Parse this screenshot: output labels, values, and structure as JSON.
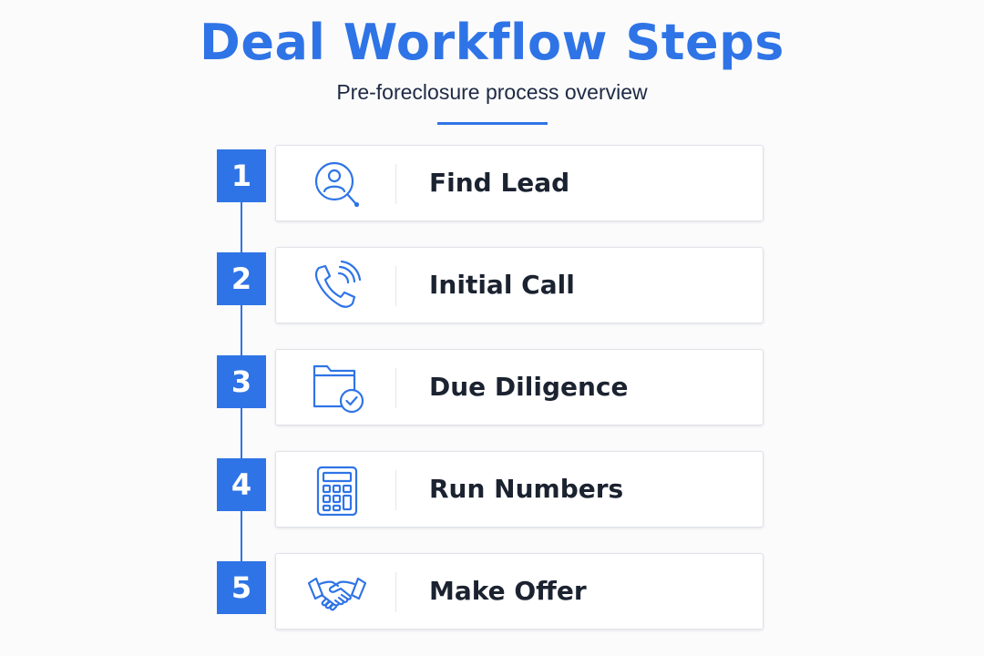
{
  "header": {
    "title": "Deal Workflow Steps",
    "subtitle": "Pre-foreclosure process overview"
  },
  "colors": {
    "accent": "#2f74e6",
    "text": "#1b2230",
    "card_border": "#dfe2e8"
  },
  "steps": [
    {
      "number": "1",
      "label": "Find Lead",
      "icon": "person-search-icon"
    },
    {
      "number": "2",
      "label": "Initial Call",
      "icon": "phone-call-icon"
    },
    {
      "number": "3",
      "label": "Due Diligence",
      "icon": "folder-check-icon"
    },
    {
      "number": "4",
      "label": "Run Numbers",
      "icon": "calculator-icon"
    },
    {
      "number": "5",
      "label": "Make Offer",
      "icon": "handshake-icon"
    }
  ]
}
